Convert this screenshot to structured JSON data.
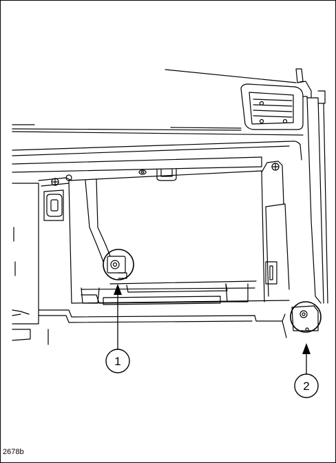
{
  "figure": {
    "id": "2678b",
    "callouts": [
      {
        "label": "1",
        "target": "upper-fastener"
      },
      {
        "label": "2",
        "target": "lower-corner-fastener"
      }
    ]
  },
  "colors": {
    "line": "#000000",
    "background": "#ffffff"
  }
}
